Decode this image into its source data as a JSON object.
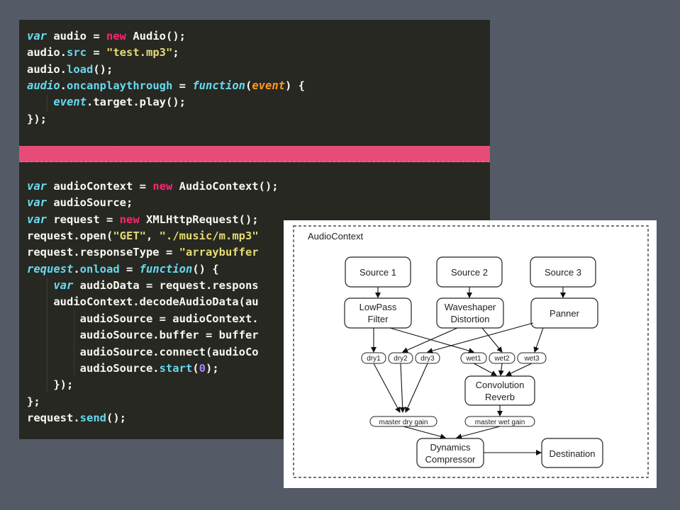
{
  "code_top": [
    [
      {
        "t": "var",
        "c": "var"
      },
      {
        "t": " audio = "
      },
      {
        "t": "new",
        "c": "kw"
      },
      {
        "t": " Audio();"
      }
    ],
    [
      {
        "t": "audio."
      },
      {
        "t": "src",
        "c": "prop"
      },
      {
        "t": " = "
      },
      {
        "t": "\"test.mp3\"",
        "c": "str"
      },
      {
        "t": ";"
      }
    ],
    [
      {
        "t": "audio."
      },
      {
        "t": "load",
        "c": "prop"
      },
      {
        "t": "();"
      }
    ],
    [
      {
        "t": "audio",
        "c": "var"
      },
      {
        "t": "."
      },
      {
        "t": "oncanplaythrough",
        "c": "prop"
      },
      {
        "t": " = "
      },
      {
        "t": "function",
        "c": "var"
      },
      {
        "t": "("
      },
      {
        "t": "event",
        "c": "param"
      },
      {
        "t": ") {"
      }
    ],
    [
      {
        "t": "    "
      },
      {
        "t": "event",
        "c": "var"
      },
      {
        "t": ".target.play();"
      }
    ],
    [
      {
        "t": "});"
      }
    ]
  ],
  "code_bottom": [
    [
      {
        "t": "var",
        "c": "var"
      },
      {
        "t": " audioContext = "
      },
      {
        "t": "new",
        "c": "kw"
      },
      {
        "t": " AudioContext();"
      }
    ],
    [
      {
        "t": "var",
        "c": "var"
      },
      {
        "t": " audioSource;"
      }
    ],
    [
      {
        "t": "var",
        "c": "var"
      },
      {
        "t": " request = "
      },
      {
        "t": "new",
        "c": "kw"
      },
      {
        "t": " XMLHttpRequest();"
      }
    ],
    [
      {
        "t": "request.open("
      },
      {
        "t": "\"GET\"",
        "c": "str"
      },
      {
        "t": ", "
      },
      {
        "t": "\"./music/m.mp3\"",
        "c": "str"
      }
    ],
    [
      {
        "t": "request.responseType = "
      },
      {
        "t": "\"arraybuffer",
        "c": "str"
      }
    ],
    [
      {
        "t": "request",
        "c": "var"
      },
      {
        "t": "."
      },
      {
        "t": "onload",
        "c": "prop"
      },
      {
        "t": " = "
      },
      {
        "t": "function",
        "c": "var"
      },
      {
        "t": "() {"
      }
    ],
    [
      {
        "t": "    "
      },
      {
        "t": "var",
        "c": "var"
      },
      {
        "t": " audioData = request.respons"
      }
    ],
    [
      {
        "t": "    audioContext.decodeAudioData(au"
      }
    ],
    [
      {
        "t": "        audioSource = audioContext."
      }
    ],
    [
      {
        "t": "        audioSource.buffer = buffer"
      }
    ],
    [
      {
        "t": "        audioSource.connect(audioCo"
      }
    ],
    [
      {
        "t": "        audioSource."
      },
      {
        "t": "start",
        "c": "prop"
      },
      {
        "t": "("
      },
      {
        "t": "0",
        "c": "num"
      },
      {
        "t": ");"
      }
    ],
    [
      {
        "t": "    });"
      }
    ],
    [
      {
        "t": "};"
      }
    ],
    [
      {
        "t": "request."
      },
      {
        "t": "send",
        "c": "prop"
      },
      {
        "t": "();"
      }
    ]
  ],
  "diagram": {
    "container_label": "AudioContext",
    "nodes": {
      "source1": "Source 1",
      "source2": "Source 2",
      "source3": "Source 3",
      "lowpass_l1": "LowPass",
      "lowpass_l2": "Filter",
      "waveshaper_l1": "Waveshaper",
      "waveshaper_l2": "Distortion",
      "panner": "Panner",
      "dry1": "dry1",
      "dry2": "dry2",
      "dry3": "dry3",
      "wet1": "wet1",
      "wet2": "wet2",
      "wet3": "wet3",
      "convolution_l1": "Convolution",
      "convolution_l2": "Reverb",
      "master_dry": "master dry gain",
      "master_wet": "master wet gain",
      "compressor_l1": "Dynamics",
      "compressor_l2": "Compressor",
      "destination": "Destination"
    }
  }
}
